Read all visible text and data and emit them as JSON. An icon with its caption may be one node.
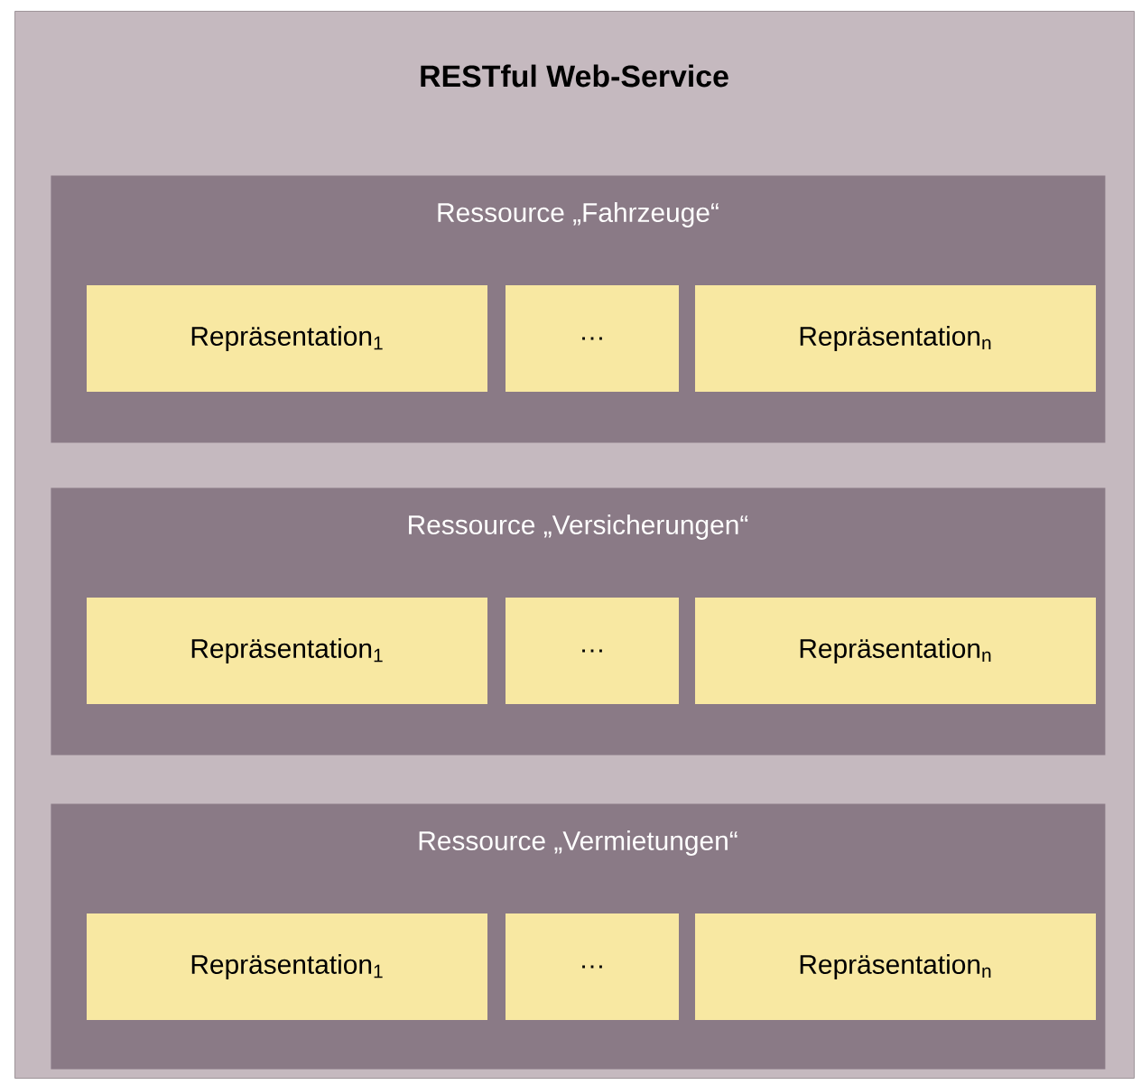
{
  "diagram": {
    "nodes": [
      {
        "text": [
          "RESTful Web-Service"
        ]
      },
      {
        "text": [
          "Ressource „Fahrzeuge“"
        ],
        "in": 0
      },
      {
        "text": [
          "Repräsentation$_{1}$"
        ],
        "in": 1
      },
      {
        "text": [
          "…"
        ],
        "in": 1
      },
      {
        "text": [
          "Repräsentation$_{n}$"
        ],
        "in": 1
      },
      {
        "text": [
          "Ressource „Versicherungen“"
        ],
        "in": 0
      },
      {
        "text": [
          "Repräsentation$_{1}$"
        ],
        "in": 5
      },
      {
        "text": [
          "…"
        ],
        "in": 5
      },
      {
        "text": [
          "Repräsentation$_{n}$"
        ],
        "in": 5
      },
      {
        "text": [
          "Ressource „Vermietungen“"
        ],
        "in": 0
      },
      {
        "text": [
          "Repräsentation$_{1}$"
        ],
        "in": 9
      },
      {
        "text": [
          "…"
        ],
        "in": 9
      },
      {
        "text": [
          "Repräsentation$_{n}$"
        ],
        "in": 9
      }
    ]
  }
}
